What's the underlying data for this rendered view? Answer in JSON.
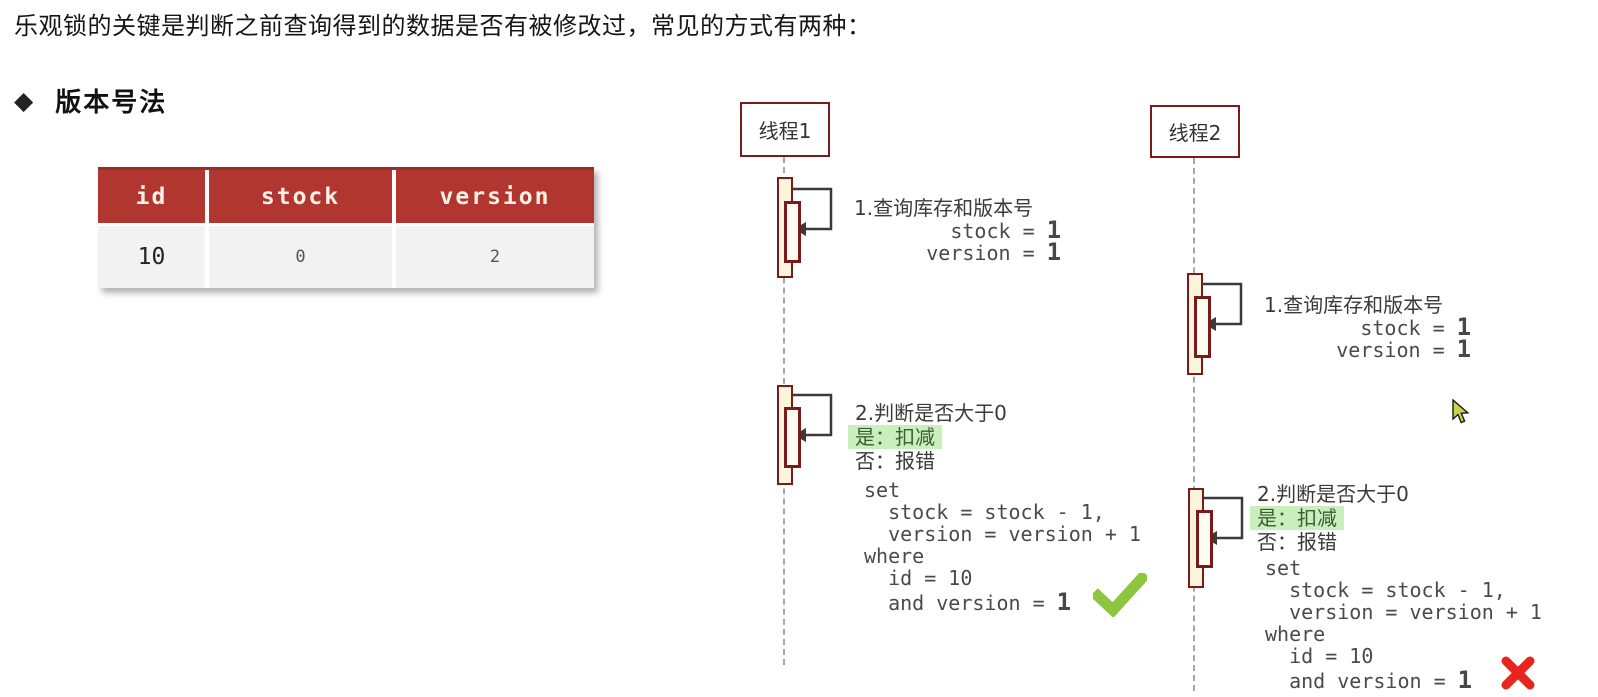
{
  "page": {
    "intro": "乐观锁的关键是判断之前查询得到的数据是否有被修改过，常见的方式有两种：",
    "section_bullet": "◆",
    "section_title": "版本号法"
  },
  "colors": {
    "table_header_red": "#b23630",
    "dark_red_border": "#7a1a1a",
    "activation_fill": "#fbf5dc",
    "highlight_green": "#c9f0bc",
    "check_green": "#8cc63e",
    "cross_red": "#e8251c",
    "cursor_yellow": "#c9d34b"
  },
  "table": {
    "headers": [
      "id",
      "stock",
      "version"
    ],
    "rows": [
      [
        "10",
        "0",
        "2"
      ]
    ]
  },
  "icons": {
    "success": "check-icon",
    "failure": "cross-icon",
    "pointer": "mouse-cursor-icon"
  },
  "threads": [
    {
      "name": "线程1",
      "step1": {
        "title": "1.查询库存和版本号",
        "stock_prefix": "        stock = ",
        "stock_value": "1",
        "version_prefix": "      version = ",
        "version_value": "1"
      },
      "step2": {
        "title": "2.判断是否大于0",
        "yes": "是：扣减",
        "no": "否：报错"
      },
      "sql": {
        "l1": "set",
        "l2": "  stock = stock - 1,",
        "l3": "  version = version + 1",
        "l4": "where",
        "l5": "  id = 10",
        "l6": "  and version = ",
        "l6_value": "1"
      },
      "result": "success"
    },
    {
      "name": "线程2",
      "step1": {
        "title": "1.查询库存和版本号",
        "stock_prefix": "        stock = ",
        "stock_value": "1",
        "version_prefix": "      version = ",
        "version_value": "1"
      },
      "step2": {
        "title": "2.判断是否大于0",
        "yes": "是：扣减",
        "no": "否：报错"
      },
      "sql": {
        "l1": "set",
        "l2": "  stock = stock - 1,",
        "l3": "  version = version + 1",
        "l4": "where",
        "l5": "  id = 10",
        "l6": "  and version = ",
        "l6_value": "1"
      },
      "result": "fail"
    }
  ]
}
